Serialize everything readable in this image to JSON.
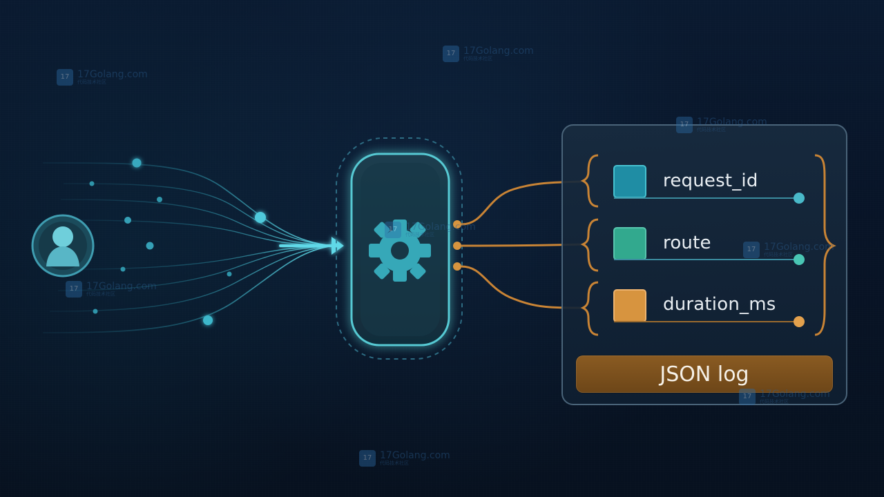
{
  "fields": [
    {
      "label": "request_id",
      "color": "#1f8da4"
    },
    {
      "label": "route",
      "color": "#32a98e"
    },
    {
      "label": "duration_ms",
      "color": "#d7943f"
    }
  ],
  "output": {
    "label": "JSON log"
  },
  "watermarks": [
    {
      "domain": "17Golang.com",
      "tag": "代码技术社区",
      "symbol": "17"
    },
    {
      "domain": "17Golang.com",
      "tag": "代码技术社区",
      "symbol": "17"
    },
    {
      "domain": "17Golang.com",
      "tag": "代码技术社区",
      "symbol": "17"
    },
    {
      "domain": "17Golang.com",
      "tag": "代码技术社区",
      "symbol": "17"
    },
    {
      "domain": "17Golang.com",
      "tag": "代码技术社区",
      "symbol": "17"
    },
    {
      "domain": "17Golang.com",
      "tag": "代码技术社区",
      "symbol": "17"
    },
    {
      "domain": "17Golang.com",
      "tag": "代码技术社区",
      "symbol": "17"
    },
    {
      "domain": "17Golang.com",
      "tag": "代码技术社区",
      "symbol": "17"
    }
  ],
  "icons": {
    "user": "user-icon",
    "processor": "gear-icon",
    "arrow": "arrow-right-icon"
  },
  "colors": {
    "background": "#081427",
    "teal": "#43c7d6",
    "orange": "#d7943f",
    "panel_border": "#4a6479"
  }
}
